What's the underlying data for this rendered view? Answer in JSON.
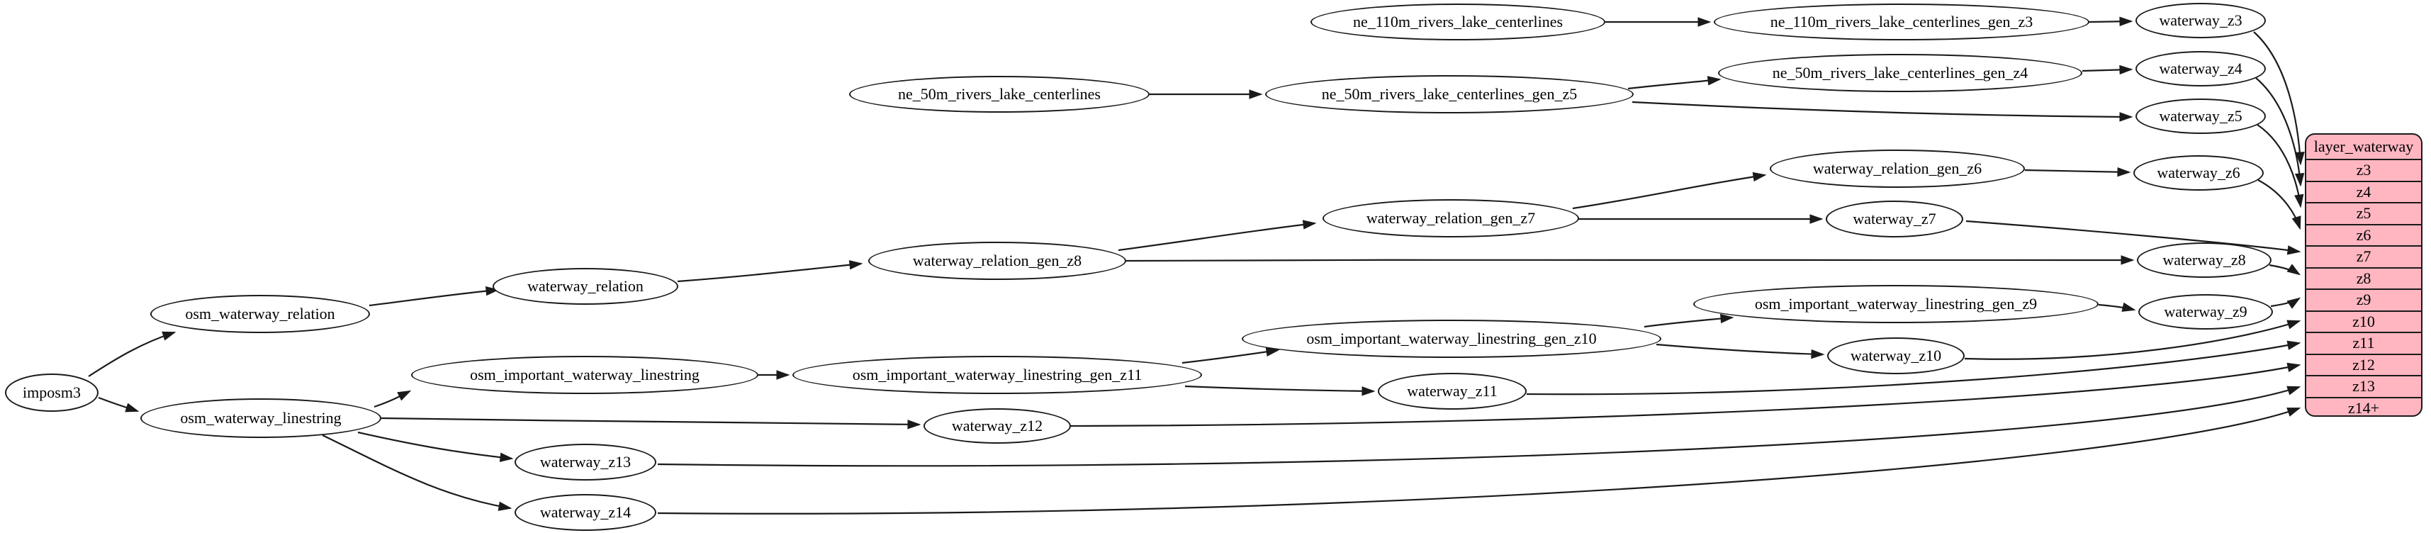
{
  "graph": {
    "colors": {
      "background": "#ffffff",
      "node_fill": "#ffffff",
      "edge_stroke": "#1a1a1a",
      "table_fill": "#ffb6c1"
    },
    "nodes": [
      {
        "id": "imposm3",
        "label": "imposm3"
      },
      {
        "id": "osm_waterway_relation",
        "label": "osm_waterway_relation"
      },
      {
        "id": "osm_waterway_linestring",
        "label": "osm_waterway_linestring"
      },
      {
        "id": "waterway_relation",
        "label": "waterway_relation"
      },
      {
        "id": "osm_important_waterway_linestring",
        "label": "osm_important_waterway_linestring"
      },
      {
        "id": "waterway_z13",
        "label": "waterway_z13"
      },
      {
        "id": "waterway_z14",
        "label": "waterway_z14"
      },
      {
        "id": "waterway_relation_gen_z8",
        "label": "waterway_relation_gen_z8"
      },
      {
        "id": "waterway_z12",
        "label": "waterway_z12"
      },
      {
        "id": "ne_50m_rivers_lake_centerlines",
        "label": "ne_50m_rivers_lake_centerlines"
      },
      {
        "id": "osm_important_waterway_linestring_gen_z11",
        "label": "osm_important_waterway_linestring_gen_z11"
      },
      {
        "id": "ne_110m_rivers_lake_centerlines",
        "label": "ne_110m_rivers_lake_centerlines"
      },
      {
        "id": "ne_50m_rivers_lake_centerlines_gen_z5",
        "label": "ne_50m_rivers_lake_centerlines_gen_z5"
      },
      {
        "id": "waterway_relation_gen_z7",
        "label": "waterway_relation_gen_z7"
      },
      {
        "id": "osm_important_waterway_linestring_gen_z10",
        "label": "osm_important_waterway_linestring_gen_z10"
      },
      {
        "id": "waterway_z11",
        "label": "waterway_z11"
      },
      {
        "id": "ne_110m_rivers_lake_centerlines_gen_z3",
        "label": "ne_110m_rivers_lake_centerlines_gen_z3"
      },
      {
        "id": "ne_50m_rivers_lake_centerlines_gen_z4",
        "label": "ne_50m_rivers_lake_centerlines_gen_z4"
      },
      {
        "id": "waterway_relation_gen_z6",
        "label": "waterway_relation_gen_z6"
      },
      {
        "id": "waterway_z7",
        "label": "waterway_z7"
      },
      {
        "id": "osm_important_waterway_linestring_gen_z9",
        "label": "osm_important_waterway_linestring_gen_z9"
      },
      {
        "id": "waterway_z10",
        "label": "waterway_z10"
      },
      {
        "id": "waterway_z3",
        "label": "waterway_z3"
      },
      {
        "id": "waterway_z4",
        "label": "waterway_z4"
      },
      {
        "id": "waterway_z5",
        "label": "waterway_z5"
      },
      {
        "id": "waterway_z6",
        "label": "waterway_z6"
      },
      {
        "id": "waterway_z8",
        "label": "waterway_z8"
      },
      {
        "id": "waterway_z9",
        "label": "waterway_z9"
      }
    ],
    "table": {
      "title": "layer_waterway",
      "rows": [
        "z3",
        "z4",
        "z5",
        "z6",
        "z7",
        "z8",
        "z9",
        "z10",
        "z11",
        "z12",
        "z13",
        "z14+"
      ]
    },
    "edges": [
      [
        "ne_110m_rivers_lake_centerlines",
        "ne_110m_rivers_lake_centerlines_gen_z3"
      ],
      [
        "ne_110m_rivers_lake_centerlines_gen_z3",
        "waterway_z3"
      ],
      [
        "waterway_z3",
        "layer_waterway:z3"
      ],
      [
        "ne_50m_rivers_lake_centerlines",
        "ne_50m_rivers_lake_centerlines_gen_z5"
      ],
      [
        "ne_50m_rivers_lake_centerlines_gen_z5",
        "ne_50m_rivers_lake_centerlines_gen_z4"
      ],
      [
        "ne_50m_rivers_lake_centerlines_gen_z4",
        "waterway_z4"
      ],
      [
        "waterway_z4",
        "layer_waterway:z4"
      ],
      [
        "ne_50m_rivers_lake_centerlines_gen_z5",
        "waterway_z5"
      ],
      [
        "waterway_z5",
        "layer_waterway:z5"
      ],
      [
        "imposm3",
        "osm_waterway_relation"
      ],
      [
        "imposm3",
        "osm_waterway_linestring"
      ],
      [
        "osm_waterway_relation",
        "waterway_relation"
      ],
      [
        "waterway_relation",
        "waterway_relation_gen_z8"
      ],
      [
        "waterway_relation_gen_z8",
        "waterway_relation_gen_z7"
      ],
      [
        "waterway_relation_gen_z7",
        "waterway_relation_gen_z6"
      ],
      [
        "waterway_relation_gen_z6",
        "waterway_z6"
      ],
      [
        "waterway_z6",
        "layer_waterway:z6"
      ],
      [
        "waterway_relation_gen_z7",
        "waterway_z7"
      ],
      [
        "waterway_z7",
        "layer_waterway:z7"
      ],
      [
        "waterway_relation_gen_z8",
        "waterway_z8"
      ],
      [
        "waterway_z8",
        "layer_waterway:z8"
      ],
      [
        "osm_waterway_linestring",
        "osm_important_waterway_linestring"
      ],
      [
        "osm_important_waterway_linestring",
        "osm_important_waterway_linestring_gen_z11"
      ],
      [
        "osm_important_waterway_linestring_gen_z11",
        "osm_important_waterway_linestring_gen_z10"
      ],
      [
        "osm_important_waterway_linestring_gen_z10",
        "osm_important_waterway_linestring_gen_z9"
      ],
      [
        "osm_important_waterway_linestring_gen_z9",
        "waterway_z9"
      ],
      [
        "waterway_z9",
        "layer_waterway:z9"
      ],
      [
        "osm_important_waterway_linestring_gen_z10",
        "waterway_z10"
      ],
      [
        "waterway_z10",
        "layer_waterway:z10"
      ],
      [
        "osm_important_waterway_linestring_gen_z11",
        "waterway_z11"
      ],
      [
        "waterway_z11",
        "layer_waterway:z11"
      ],
      [
        "osm_waterway_linestring",
        "waterway_z12"
      ],
      [
        "waterway_z12",
        "layer_waterway:z12"
      ],
      [
        "osm_waterway_linestring",
        "waterway_z13"
      ],
      [
        "waterway_z13",
        "layer_waterway:z13"
      ],
      [
        "osm_waterway_linestring",
        "waterway_z14"
      ],
      [
        "waterway_z14",
        "layer_waterway:z14+"
      ]
    ]
  }
}
